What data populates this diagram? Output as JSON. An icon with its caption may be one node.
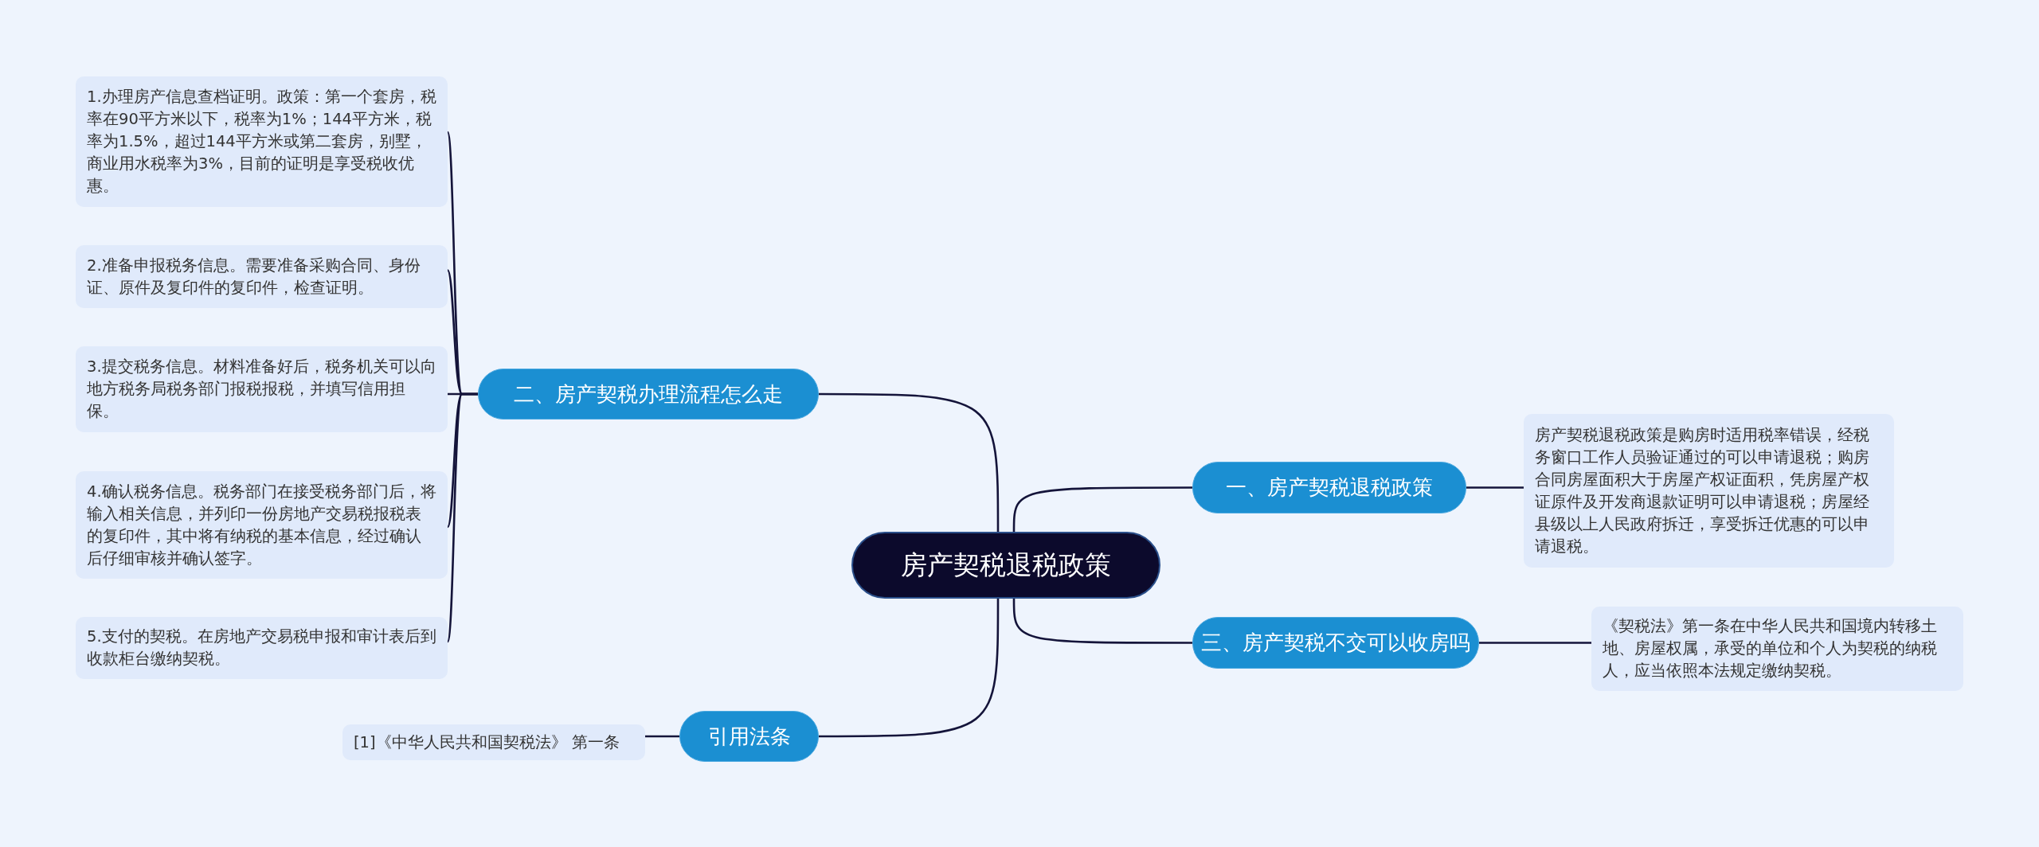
{
  "diagram": {
    "nodes": [
      {
        "text": [
          "房产契税退税政策"
        ]
      },
      {
        "text": [
          "一、房产契税退税政策"
        ]
      },
      {
        "text": [
          "房产契税退税政策是购房时适用税率错误，经税务窗口工作人员验证通过的可以申请退税；购房合同房屋面积大于房屋产权证面积，凭房屋产权证原件及开发商退款证明可以申请退税；房屋经县级以上人民政府拆迁，享受拆迁优惠的可以申请退税。"
        ]
      },
      {
        "text": [
          "二、房产契税办理流程怎么走"
        ]
      },
      {
        "text": [
          "1.办理房产信息查档证明。政策：第一个套房，税率在90平方米以下，税率为1%；144平方米，税率为1.5%，超过144平方米或第二套房，别墅，商业用水税率为3%，目前的证明是享受税收优惠。"
        ]
      },
      {
        "text": [
          "2.准备申报税务信息。需要准备采购合同、身份证、原件及复印件的复印件，检查证明。"
        ]
      },
      {
        "text": [
          "3.提交税务信息。材料准备好后，税务机关可以向地方税务局税务部门报税报税，并填写信用担保。"
        ]
      },
      {
        "text": [
          "4.确认税务信息。税务部门在接受税务部门后，将输入相关信息，并列印一份房地产交易税报税表的复印件，其中将有纳税的基本信息，经过确认后仔细审核并确认签字。"
        ]
      },
      {
        "text": [
          "5.支付的契税。在房地产交易税申报和审计表后到收款柜台缴纳契税。"
        ]
      },
      {
        "text": [
          "三、房产契税不交可以收房吗"
        ]
      },
      {
        "text": [
          "《契税法》第一条在中华人民共和国境内转移土地、房屋权属，承受的单位和个人为契税的纳税人，应当依照本法规定缴纳契税。"
        ]
      },
      {
        "text": [
          "引用法条"
        ]
      },
      {
        "text": [
          "[1]《中华人民共和国契税法》 第一条"
        ]
      }
    ],
    "edges": [
      {
        "from": 0,
        "to": 1,
        "arrow": "none"
      },
      {
        "from": 1,
        "to": 2,
        "arrow": "none"
      },
      {
        "from": 0,
        "to": 3,
        "arrow": "none"
      },
      {
        "from": 3,
        "to": 4,
        "arrow": "none"
      },
      {
        "from": 3,
        "to": 5,
        "arrow": "none"
      },
      {
        "from": 3,
        "to": 6,
        "arrow": "none"
      },
      {
        "from": 3,
        "to": 7,
        "arrow": "none"
      },
      {
        "from": 3,
        "to": 8,
        "arrow": "none"
      },
      {
        "from": 0,
        "to": 9,
        "arrow": "none"
      },
      {
        "from": 9,
        "to": 10,
        "arrow": "none"
      },
      {
        "from": 0,
        "to": 11,
        "arrow": "none"
      },
      {
        "from": 11,
        "to": 12,
        "arrow": "none"
      }
    ]
  }
}
